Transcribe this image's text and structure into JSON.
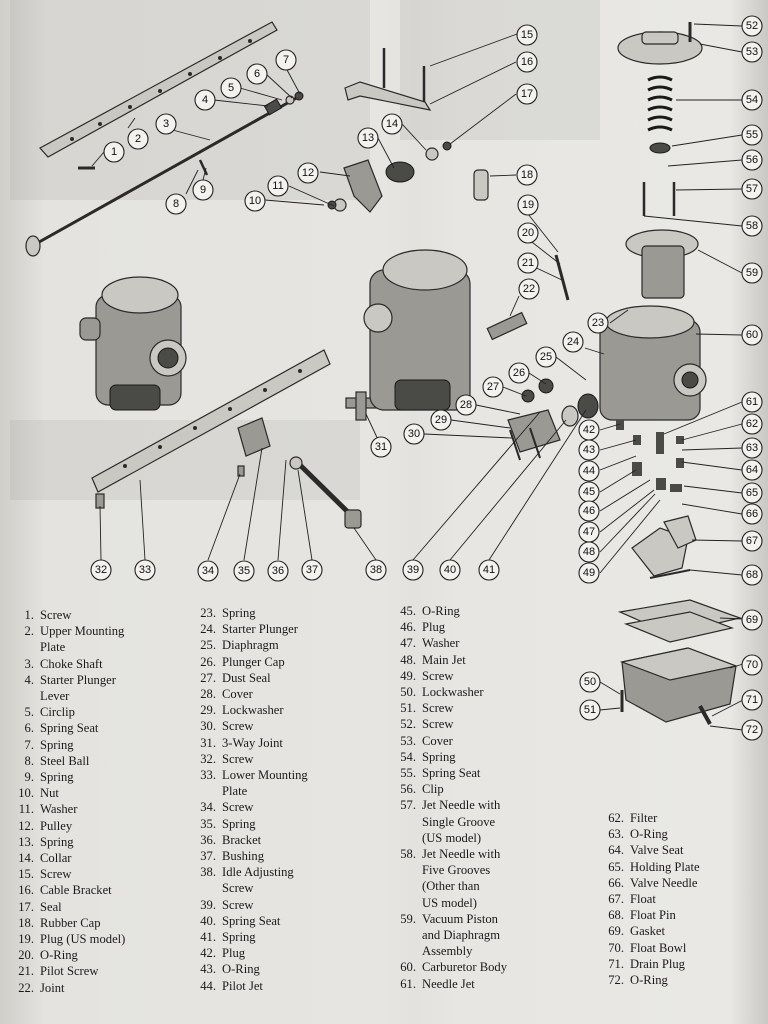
{
  "parts_col1": [
    {
      "num": "1.",
      "name": "Screw"
    },
    {
      "num": "2.",
      "name": "Upper Mounting",
      "cont": [
        "Plate"
      ]
    },
    {
      "num": "3.",
      "name": "Choke Shaft"
    },
    {
      "num": "4.",
      "name": "Starter Plunger",
      "cont": [
        "Lever"
      ]
    },
    {
      "num": "5.",
      "name": "Circlip"
    },
    {
      "num": "6.",
      "name": "Spring Seat"
    },
    {
      "num": "7.",
      "name": "Spring"
    },
    {
      "num": "8.",
      "name": "Steel Ball"
    },
    {
      "num": "9.",
      "name": "Spring"
    },
    {
      "num": "10.",
      "name": "Nut"
    },
    {
      "num": "11.",
      "name": "Washer"
    },
    {
      "num": "12.",
      "name": "Pulley"
    },
    {
      "num": "13.",
      "name": "Spring"
    },
    {
      "num": "14.",
      "name": "Collar"
    },
    {
      "num": "15.",
      "name": "Screw"
    },
    {
      "num": "16.",
      "name": "Cable Bracket"
    },
    {
      "num": "17.",
      "name": "Seal"
    },
    {
      "num": "18.",
      "name": "Rubber Cap"
    },
    {
      "num": "19.",
      "name": "Plug (US model)"
    },
    {
      "num": "20.",
      "name": "O-Ring"
    },
    {
      "num": "21.",
      "name": "Pilot Screw"
    },
    {
      "num": "22.",
      "name": "Joint"
    }
  ],
  "parts_col2": [
    {
      "num": "23.",
      "name": "Spring"
    },
    {
      "num": "24.",
      "name": "Starter Plunger"
    },
    {
      "num": "25.",
      "name": "Diaphragm"
    },
    {
      "num": "26.",
      "name": "Plunger Cap"
    },
    {
      "num": "27.",
      "name": "Dust Seal"
    },
    {
      "num": "28.",
      "name": "Cover"
    },
    {
      "num": "29.",
      "name": "Lockwasher"
    },
    {
      "num": "30.",
      "name": "Screw"
    },
    {
      "num": "31.",
      "name": "3-Way Joint"
    },
    {
      "num": "32.",
      "name": "Screw"
    },
    {
      "num": "33.",
      "name": "Lower Mounting",
      "cont": [
        "Plate"
      ]
    },
    {
      "num": "34.",
      "name": "Screw"
    },
    {
      "num": "35.",
      "name": "Spring"
    },
    {
      "num": "36.",
      "name": "Bracket"
    },
    {
      "num": "37.",
      "name": "Bushing"
    },
    {
      "num": "38.",
      "name": "Idle Adjusting",
      "cont": [
        "Screw"
      ]
    },
    {
      "num": "39.",
      "name": "Screw"
    },
    {
      "num": "40.",
      "name": "Spring Seat"
    },
    {
      "num": "41.",
      "name": "Spring"
    },
    {
      "num": "42.",
      "name": "Plug"
    },
    {
      "num": "43.",
      "name": "O-Ring"
    },
    {
      "num": "44.",
      "name": "Pilot Jet"
    }
  ],
  "parts_col3": [
    {
      "num": "45.",
      "name": "O-Ring"
    },
    {
      "num": "46.",
      "name": "Plug"
    },
    {
      "num": "47.",
      "name": "Washer"
    },
    {
      "num": "48.",
      "name": "Main Jet"
    },
    {
      "num": "49.",
      "name": "Screw"
    },
    {
      "num": "50.",
      "name": "Lockwasher"
    },
    {
      "num": "51.",
      "name": "Screw"
    },
    {
      "num": "52.",
      "name": "Screw"
    },
    {
      "num": "53.",
      "name": "Cover"
    },
    {
      "num": "54.",
      "name": "Spring"
    },
    {
      "num": "55.",
      "name": "Spring Seat"
    },
    {
      "num": "56.",
      "name": "Clip"
    },
    {
      "num": "57.",
      "name": "Jet Needle with",
      "cont": [
        "Single Groove",
        "(US model)"
      ]
    },
    {
      "num": "58.",
      "name": "Jet Needle with",
      "cont": [
        "Five Grooves",
        "(Other than",
        "US model)"
      ]
    },
    {
      "num": "59.",
      "name": "Vacuum Piston",
      "cont": [
        "and Diaphragm",
        "Assembly"
      ]
    },
    {
      "num": "60.",
      "name": "Carburetor Body"
    },
    {
      "num": "61.",
      "name": "Needle Jet"
    }
  ],
  "parts_col4": [
    {
      "num": "62.",
      "name": "Filter"
    },
    {
      "num": "63.",
      "name": "O-Ring"
    },
    {
      "num": "64.",
      "name": "Valve Seat"
    },
    {
      "num": "65.",
      "name": "Holding Plate"
    },
    {
      "num": "66.",
      "name": "Valve Needle"
    },
    {
      "num": "67.",
      "name": "Float"
    },
    {
      "num": "68.",
      "name": "Float Pin"
    },
    {
      "num": "69.",
      "name": "Gasket"
    },
    {
      "num": "70.",
      "name": "Float Bowl"
    },
    {
      "num": "71.",
      "name": "Drain Plug"
    },
    {
      "num": "72.",
      "name": "O-Ring"
    }
  ],
  "callouts": [
    "1",
    "2",
    "3",
    "4",
    "5",
    "6",
    "7",
    "8",
    "9",
    "10",
    "11",
    "12",
    "13",
    "14",
    "15",
    "16",
    "17",
    "18",
    "19",
    "20",
    "21",
    "22",
    "23",
    "24",
    "25",
    "26",
    "27",
    "28",
    "29",
    "30",
    "31",
    "32",
    "33",
    "34",
    "35",
    "36",
    "37",
    "38",
    "39",
    "40",
    "41",
    "42",
    "43",
    "44",
    "45",
    "46",
    "47",
    "48",
    "49",
    "50",
    "51",
    "52",
    "53",
    "54",
    "55",
    "56",
    "57",
    "58",
    "59",
    "60",
    "61",
    "62",
    "63",
    "64",
    "65",
    "66",
    "67",
    "68",
    "69",
    "70",
    "71",
    "72"
  ]
}
